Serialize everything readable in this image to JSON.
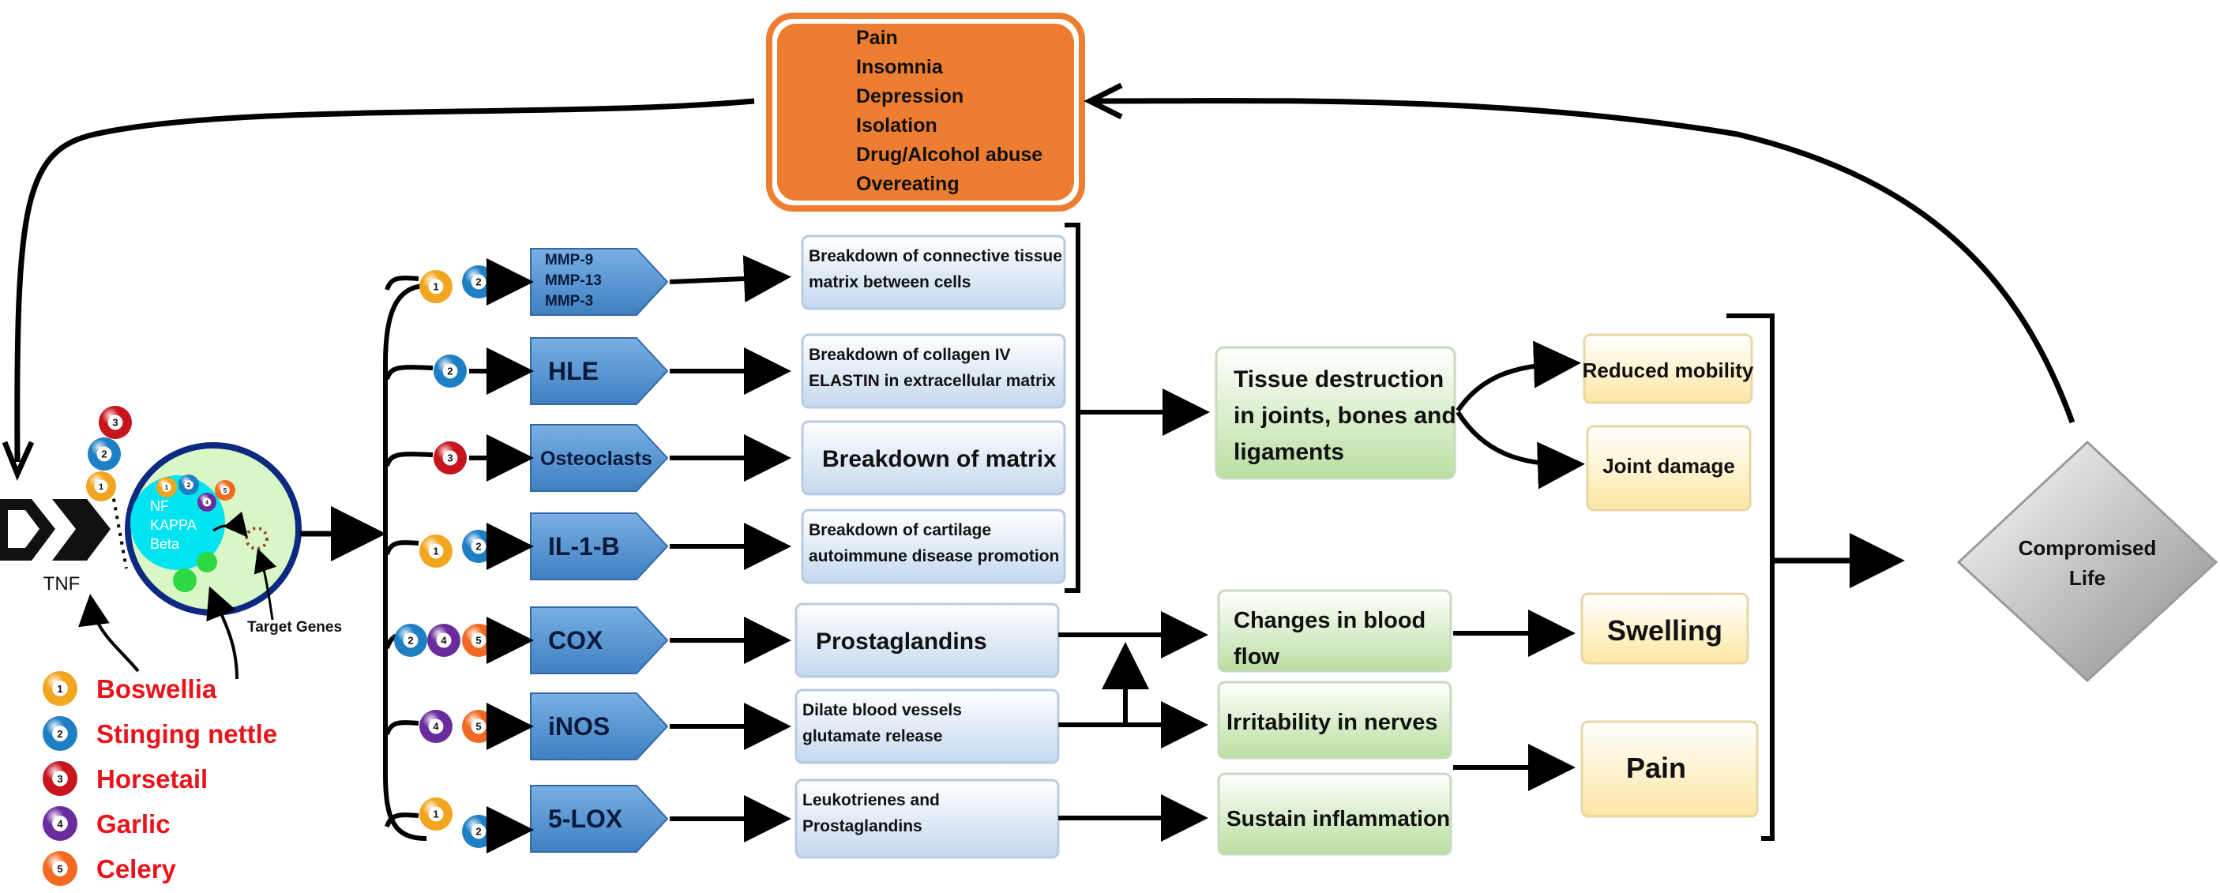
{
  "colors": {
    "orange": "#ed7d31",
    "blue": "#4f8fcf",
    "boxBlueTop": "#ffffff",
    "boxBlueBottom": "#c4d8ee",
    "boxGreenTop": "#ffffff",
    "boxGreenBottom": "#b9dfa0",
    "boxYellowTop": "#ffffff",
    "boxYellowBottom": "#fde7a4",
    "cell": "#d9f7c6",
    "nucleus": "#00e3f0",
    "red": "#e8141b"
  },
  "symptoms": {
    "items": [
      "Pain",
      "Insomnia",
      "Depression",
      "Isolation",
      "Drug/Alcohol abuse",
      "Overeating"
    ]
  },
  "cell": {
    "receptor_label": "TNF",
    "nucleus_lines": [
      "NF",
      "KAPPA",
      "Beta"
    ],
    "target_genes": "Target Genes"
  },
  "legend": [
    {
      "num": "1",
      "name": "Boswellia",
      "color": "#f2a51e"
    },
    {
      "num": "2",
      "name": "Stinging nettle",
      "color": "#1f7fc4"
    },
    {
      "num": "3",
      "name": "Horsetail",
      "color": "#c8141c"
    },
    {
      "num": "4",
      "name": "Garlic",
      "color": "#6a2c9c"
    },
    {
      "num": "5",
      "name": "Celery",
      "color": "#f26a21"
    }
  ],
  "enzymes": [
    {
      "lines": [
        "MMP-9",
        "MMP-13",
        "MMP-3"
      ],
      "herbs": [
        "1",
        "2"
      ],
      "effect": [
        "Breakdown of connective tissue",
        "matrix between cells"
      ]
    },
    {
      "lines": [
        "HLE"
      ],
      "herbs": [
        "2"
      ],
      "effect": [
        "Breakdown of collagen IV",
        "ELASTIN in extracellular matrix"
      ]
    },
    {
      "lines": [
        "Osteoclasts"
      ],
      "herbs": [
        "3"
      ],
      "effect": [
        "Breakdown of matrix"
      ]
    },
    {
      "lines": [
        "IL-1-B"
      ],
      "herbs": [
        "1",
        "2"
      ],
      "effect": [
        "Breakdown of cartilage",
        "autoimmune disease promotion"
      ]
    },
    {
      "lines": [
        "COX"
      ],
      "herbs": [
        "2",
        "4",
        "5"
      ],
      "effect": [
        "Prostaglandins"
      ]
    },
    {
      "lines": [
        "iNOS"
      ],
      "herbs": [
        "4",
        "5"
      ],
      "effect": [
        "Dilate blood vessels",
        "glutamate release"
      ]
    },
    {
      "lines": [
        "5-LOX"
      ],
      "herbs": [
        "1",
        "2"
      ],
      "effect": [
        "Leukotrienes and",
        "Prostaglandins"
      ]
    }
  ],
  "outcomes": {
    "tissue": [
      "Tissue destruction",
      "in joints, bones and",
      "ligaments"
    ],
    "blood": [
      "Changes in blood",
      "flow"
    ],
    "nerves": [
      "Irritability in nerves"
    ],
    "inflammation": [
      "Sustain inflammation"
    ]
  },
  "results": {
    "mobility": "Reduced mobility",
    "joint": "Joint damage",
    "swelling": "Swelling",
    "pain": "Pain"
  },
  "final": [
    "Compromised",
    "Life"
  ]
}
